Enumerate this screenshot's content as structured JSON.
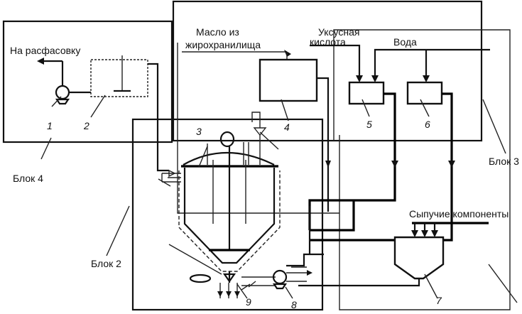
{
  "labels": {
    "to_packing": "На расфасовку",
    "oil_line1": "Масло из",
    "oil_line2": "жирохранилища",
    "acid_line1": "Уксусная",
    "acid_line2": "кислота",
    "water": "Вода",
    "bulk": "Сыпучие компоненты",
    "block2": "Блок 2",
    "block3": "Блок 3",
    "block4": "Блок 4"
  },
  "numbers": {
    "n1": "1",
    "n2": "2",
    "n3": "3",
    "n4": "4",
    "n5": "5",
    "n6": "6",
    "n7": "7",
    "n8": "8",
    "n9": "9"
  }
}
